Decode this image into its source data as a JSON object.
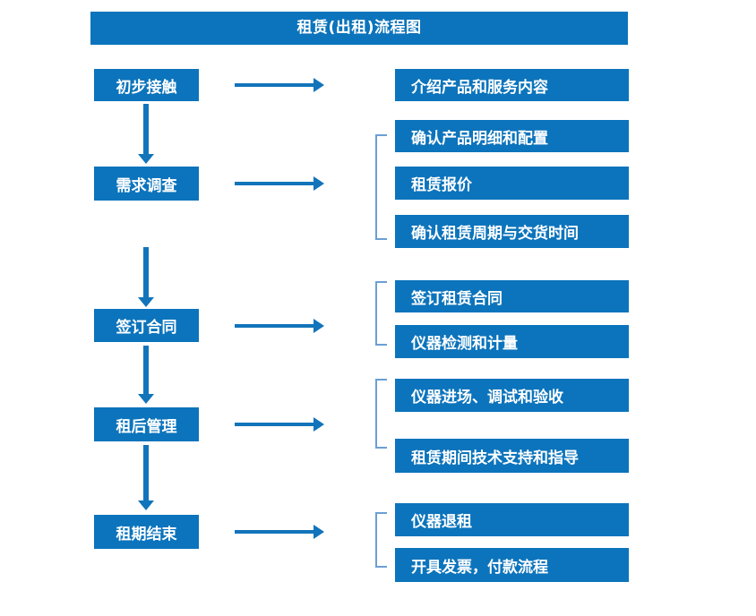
{
  "diagram": {
    "title": "租赁(出租)流程图",
    "theme": {
      "box_fill": "#0C74BC",
      "box_text": "#FFFFFF",
      "arrow": "#1274BA",
      "bracket": "#6B9FD4",
      "background": "#FFFFFF"
    },
    "stages": [
      {
        "label": "初步接触"
      },
      {
        "label": "需求调查"
      },
      {
        "label": "签订合同"
      },
      {
        "label": "租后管理"
      },
      {
        "label": "租期结束"
      }
    ],
    "tasks": [
      {
        "label": "介绍产品和服务内容"
      },
      {
        "label": "确认产品明细和配置"
      },
      {
        "label": "租赁报价"
      },
      {
        "label": "确认租赁周期与交货时间"
      },
      {
        "label": "签订租赁合同"
      },
      {
        "label": "仪器检测和计量"
      },
      {
        "label": "仪器进场、调试和验收"
      },
      {
        "label": "租赁期间技术支持和指导"
      },
      {
        "label": "仪器退租"
      },
      {
        "label": "开具发票，付款流程"
      }
    ],
    "groups": [
      {
        "stage": "需求调查",
        "tasks": [
          "确认产品明细和配置",
          "租赁报价",
          "确认租赁周期与交货时间"
        ]
      },
      {
        "stage": "签订合同",
        "tasks": [
          "签订租赁合同",
          "仪器检测和计量"
        ]
      },
      {
        "stage": "租后管理",
        "tasks": [
          "仪器进场、调试和验收",
          "租赁期间技术支持和指导"
        ]
      },
      {
        "stage": "租期结束",
        "tasks": [
          "仪器退租",
          "开具发票，付款流程"
        ]
      }
    ]
  }
}
